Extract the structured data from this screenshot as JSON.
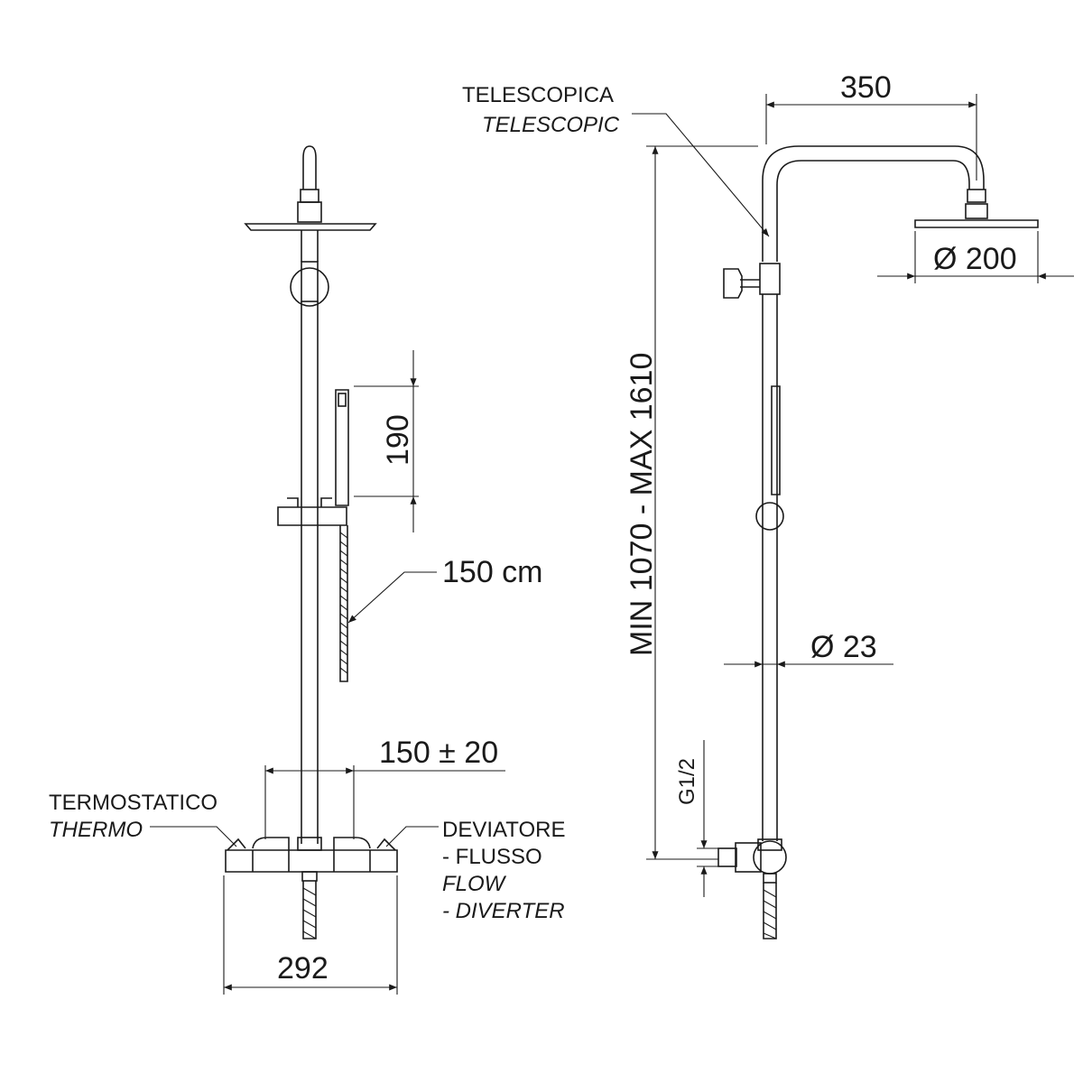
{
  "labels": {
    "telescopica": "TELESCOPICA",
    "telescopic": "TELESCOPIC",
    "termostatico": "TERMOSTATICO",
    "thermo": "THERMO",
    "deviatore": "DEVIATORE",
    "flusso": "- FLUSSO",
    "flow": "FLOW",
    "diverter": "- DIVERTER"
  },
  "dimensions": {
    "arm_length": "350",
    "head_diameter": "Ø 200",
    "height_range": "MIN 1070 - MAX 1610",
    "pipe_diameter": "Ø 23",
    "thread": "G1/2",
    "hand_shower": "190",
    "hose_length": "150 cm",
    "inlet_spacing": "150 ± 20",
    "mixer_width": "292"
  }
}
